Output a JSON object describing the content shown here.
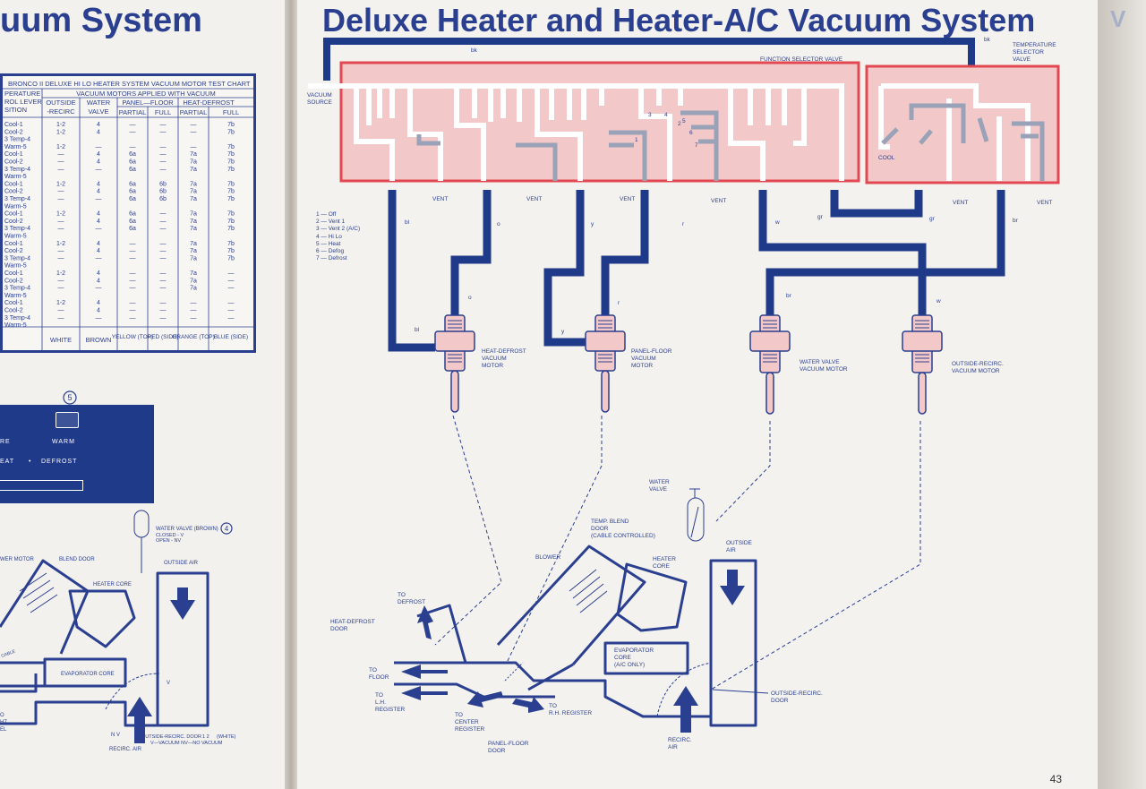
{
  "left_page": {
    "title": "uum System",
    "chart": {
      "caption": "BRONCO II DELUXE HI LO HEATER SYSTEM VACUUM MOTOR TEST CHART",
      "header_left_1": "PERATURE",
      "header_left_2": "ROL LEVER",
      "header_left_3": "SITION",
      "header_group": "VACUUM MOTORS APPLIED WITH VACUUM",
      "col_outside_1": "OUTSIDE",
      "col_outside_2": "-RECIRC",
      "col_water_1": "WATER",
      "col_water_2": "VALVE",
      "col_panel": "PANEL—FLOOR",
      "col_heat": "HEAT-DEFROST",
      "col_partial": "PARTIAL",
      "col_full": "FULL",
      "footer": [
        "WHITE",
        "BROWN",
        "YELLOW (TOP)",
        "RED (SIDE)",
        "ORANGE (TOP)",
        "BLUE (SIDE)"
      ],
      "rows": [
        [
          "Cool-1",
          "1-2",
          "4",
          "—",
          "—",
          "—",
          "7b"
        ],
        [
          "Cool-2",
          "1-2",
          "4",
          "—",
          "—",
          "—",
          "7b"
        ],
        [
          "3 Temp-4",
          "",
          "",
          "",
          "",
          "",
          ""
        ],
        [
          "Warm-5",
          "1-2",
          "—",
          "—",
          "—",
          "—",
          "7b"
        ],
        [
          "Cool-1",
          "—",
          "4",
          "6a",
          "—",
          "7a",
          "7b"
        ],
        [
          "Cool-2",
          "—",
          "4",
          "6a",
          "—",
          "7a",
          "7b"
        ],
        [
          "3 Temp-4",
          "—",
          "—",
          "6a",
          "—",
          "7a",
          "7b"
        ],
        [
          "Warm-5",
          "",
          "",
          "",
          "",
          "",
          ""
        ],
        [
          "Cool-1",
          "1-2",
          "4",
          "6a",
          "6b",
          "7a",
          "7b"
        ],
        [
          "Cool-2",
          "—",
          "4",
          "6a",
          "6b",
          "7a",
          "7b"
        ],
        [
          "3 Temp-4",
          "—",
          "—",
          "6a",
          "6b",
          "7a",
          "7b"
        ],
        [
          "Warm-5",
          "",
          "",
          "",
          "",
          "",
          ""
        ],
        [
          "Cool-1",
          "1-2",
          "4",
          "6a",
          "—",
          "7a",
          "7b"
        ],
        [
          "Cool-2",
          "—",
          "4",
          "6a",
          "—",
          "7a",
          "7b"
        ],
        [
          "3 Temp-4",
          "—",
          "—",
          "6a",
          "—",
          "7a",
          "7b"
        ],
        [
          "Warm-5",
          "",
          "",
          "",
          "",
          "",
          ""
        ],
        [
          "Cool-1",
          "1-2",
          "4",
          "—",
          "—",
          "7a",
          "7b"
        ],
        [
          "Cool-2",
          "—",
          "4",
          "—",
          "—",
          "7a",
          "7b"
        ],
        [
          "3 Temp-4",
          "—",
          "—",
          "—",
          "—",
          "7a",
          "7b"
        ],
        [
          "Warm-5",
          "",
          "",
          "",
          "",
          "",
          ""
        ],
        [
          "Cool-1",
          "1-2",
          "4",
          "—",
          "—",
          "7a",
          "—"
        ],
        [
          "Cool-2",
          "—",
          "4",
          "—",
          "—",
          "7a",
          "—"
        ],
        [
          "3 Temp-4",
          "—",
          "—",
          "—",
          "—",
          "7a",
          "—"
        ],
        [
          "Warm-5",
          "",
          "",
          "",
          "",
          "",
          ""
        ],
        [
          "Cool-1",
          "1-2",
          "4",
          "—",
          "—",
          "—",
          "—"
        ],
        [
          "Cool-2",
          "—",
          "4",
          "—",
          "—",
          "—",
          "—"
        ],
        [
          "3 Temp-4",
          "—",
          "—",
          "—",
          "—",
          "—",
          "—"
        ],
        [
          "Warm-5",
          "",
          "",
          "",
          "",
          "",
          ""
        ]
      ]
    },
    "callout_5": "5",
    "callout_4": "4",
    "control": {
      "warm": "WARM",
      "heat": "EAT",
      "dot": "•",
      "defrost": "DEFROST",
      "re": "RE"
    },
    "water_valve_label": "WATER VALVE (BROWN)",
    "closed": "CLOSED - V",
    "open": "OPEN - NV",
    "blower_motor": "WER MOTOR",
    "blend_door": "BLEND DOOR",
    "outside_air": "OUTSIDE AIR",
    "heater_core": "HEATER CORE",
    "cable": "CABLE",
    "evaporator_core": "EVAPORATOR CORE",
    "v": "V",
    "nv": "N V",
    "recirc_air": "RECIRC. AIR",
    "door_note_1": "OUTSIDE-RECIRC. DOOR",
    "door_note_circ": "1 2",
    "door_note_white": "(WHITE)",
    "door_note_2": "V—VACUUM NV—NO VACUUM",
    "edge_labels": [
      "O",
      "HT",
      "EL"
    ]
  },
  "right_page": {
    "title": "Deluxe Heater and Heater-A/C Vacuum System",
    "edge_title": "V",
    "temp_valve": [
      "TEMPERATURE",
      "SELECTOR",
      "VALVE"
    ],
    "function_valve": "FUNCTION SELECTOR VALVE",
    "vacuum_source": [
      "VACUUM",
      "SOURCE"
    ],
    "cool": "COOL",
    "vent": "VENT",
    "bk": "bk",
    "port_numbers": [
      "3",
      "4",
      "2",
      "5",
      "6",
      "1",
      "7"
    ],
    "legend": [
      "1 — Off",
      "2 — Vent 1",
      "3 — Vent 2 (A/C)",
      "4 — Hi Lo",
      "5 — Heat",
      "6 — Defog",
      "7 — Defrost"
    ],
    "hose_colors": {
      "bl": "bl",
      "o": "o",
      "y": "y",
      "r": "r",
      "w": "w",
      "gr": "gr",
      "br": "br"
    },
    "motors": [
      {
        "label": [
          "HEAT-DEFROST",
          "VACUUM",
          "MOTOR"
        ]
      },
      {
        "label": [
          "PANEL-FLOOR",
          "VACUUM",
          "MOTOR"
        ]
      },
      {
        "label": [
          "WATER VALVE",
          "VACUUM MOTOR"
        ]
      },
      {
        "label": [
          "OUTSIDE-RECIRC.",
          "VACUUM MOTOR"
        ]
      }
    ],
    "water_valve": [
      "WATER",
      "VALVE"
    ],
    "temp_blend": [
      "TEMP. BLEND",
      "DOOR",
      "(CABLE CONTROLLED)"
    ],
    "blower": "BLOWER",
    "heater_core": [
      "HEATER",
      "CORE"
    ],
    "outside_air": [
      "OUTSIDE",
      "AIR"
    ],
    "to_defrost": [
      "TO",
      "DEFROST"
    ],
    "heat_defrost_door": [
      "HEAT-DEFROST",
      "DOOR"
    ],
    "evaporator": [
      "EVAPORATOR",
      "CORE",
      "(A/C ONLY)"
    ],
    "to_floor": [
      "TO",
      "FLOOR"
    ],
    "to_lh": [
      "TO",
      "L.H.",
      "REGISTER"
    ],
    "to_rh": [
      "TO",
      "R.H. REGISTER"
    ],
    "to_center": [
      "TO",
      "CENTER",
      "REGISTER"
    ],
    "outside_recirc_door": [
      "OUTSIDE-RECIRC.",
      "DOOR"
    ],
    "recirc_air": [
      "RECIRC.",
      "AIR"
    ],
    "panel_floor_door": [
      "PANEL-FLOOR",
      "DOOR"
    ],
    "page_number": "43"
  },
  "colors": {
    "blue": "#2a3f8f",
    "hose": "#203a8a",
    "red": "#e24852",
    "pink": "#f3c8c8",
    "gray": "#9aa2b8"
  }
}
